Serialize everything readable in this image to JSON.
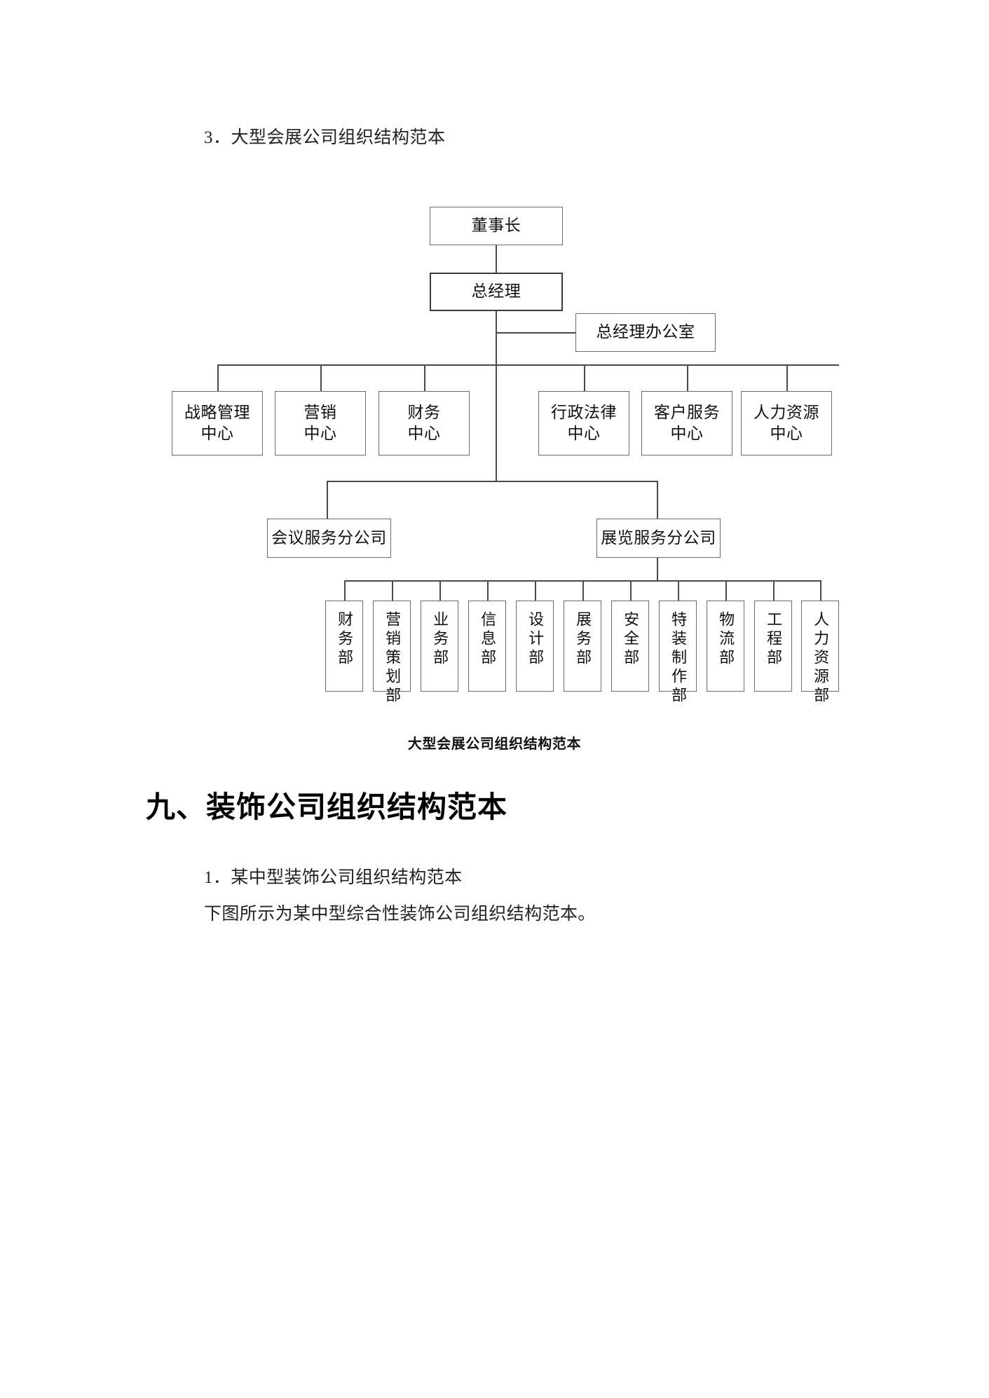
{
  "document": {
    "item_heading": "3．大型会展公司组织结构范本",
    "figure_caption": "大型会展公司组织结构范本",
    "section_heading": "九、装饰公司组织结构范本",
    "sub_item_heading": "1．某中型装饰公司组织结构范本",
    "body_paragraph": "下图所示为某中型综合性装饰公司组织结构范本。"
  },
  "chart_data": {
    "type": "diagram",
    "title": "大型会展公司组织结构范本",
    "levels": [
      {
        "name": "board",
        "nodes": [
          {
            "id": "chairman",
            "label": "董事长"
          }
        ]
      },
      {
        "name": "executive",
        "nodes": [
          {
            "id": "general-manager",
            "label": "总经理"
          },
          {
            "id": "gm-office",
            "label": "总经理办公室"
          }
        ]
      },
      {
        "name": "centers",
        "nodes": [
          {
            "id": "strategy-center",
            "label": "战略管理\n中心"
          },
          {
            "id": "marketing-center",
            "label": "营销\n中心"
          },
          {
            "id": "finance-center",
            "label": "财务\n中心"
          },
          {
            "id": "admin-legal-center",
            "label": "行政法律\n中心"
          },
          {
            "id": "customer-service-center",
            "label": "客户服务\n中心"
          },
          {
            "id": "hr-center",
            "label": "人力资源\n中心"
          }
        ]
      },
      {
        "name": "branches",
        "nodes": [
          {
            "id": "conference-branch",
            "label": "会议服务分公司"
          },
          {
            "id": "exhibition-branch",
            "label": "展览服务分公司"
          }
        ]
      },
      {
        "name": "departments",
        "parent": "exhibition-branch",
        "nodes": [
          {
            "id": "dept-finance",
            "label": "财务部"
          },
          {
            "id": "dept-marketing-planning",
            "label": "营销策划部"
          },
          {
            "id": "dept-business",
            "label": "业务部"
          },
          {
            "id": "dept-information",
            "label": "信息部"
          },
          {
            "id": "dept-design",
            "label": "设计部"
          },
          {
            "id": "dept-exhibition-affairs",
            "label": "展务部"
          },
          {
            "id": "dept-safety",
            "label": "安全部"
          },
          {
            "id": "dept-special-decoration",
            "label": "特装制作部"
          },
          {
            "id": "dept-logistics",
            "label": "物流部"
          },
          {
            "id": "dept-engineering",
            "label": "工程部"
          },
          {
            "id": "dept-hr",
            "label": "人力资源部"
          }
        ]
      }
    ],
    "edges": [
      {
        "from": "chairman",
        "to": "general-manager"
      },
      {
        "from": "general-manager",
        "to": "gm-office"
      },
      {
        "from": "general-manager",
        "to": "strategy-center"
      },
      {
        "from": "general-manager",
        "to": "marketing-center"
      },
      {
        "from": "general-manager",
        "to": "finance-center"
      },
      {
        "from": "general-manager",
        "to": "admin-legal-center"
      },
      {
        "from": "general-manager",
        "to": "customer-service-center"
      },
      {
        "from": "general-manager",
        "to": "hr-center"
      },
      {
        "from": "general-manager",
        "to": "conference-branch"
      },
      {
        "from": "general-manager",
        "to": "exhibition-branch"
      },
      {
        "from": "exhibition-branch",
        "to": "dept-finance"
      },
      {
        "from": "exhibition-branch",
        "to": "dept-marketing-planning"
      },
      {
        "from": "exhibition-branch",
        "to": "dept-business"
      },
      {
        "from": "exhibition-branch",
        "to": "dept-information"
      },
      {
        "from": "exhibition-branch",
        "to": "dept-design"
      },
      {
        "from": "exhibition-branch",
        "to": "dept-exhibition-affairs"
      },
      {
        "from": "exhibition-branch",
        "to": "dept-safety"
      },
      {
        "from": "exhibition-branch",
        "to": "dept-special-decoration"
      },
      {
        "from": "exhibition-branch",
        "to": "dept-logistics"
      },
      {
        "from": "exhibition-branch",
        "to": "dept-engineering"
      },
      {
        "from": "exhibition-branch",
        "to": "dept-hr"
      }
    ],
    "colors": {
      "box_border": "#6b6b6b",
      "box_border_strong": "#3a3a3a",
      "connector": "#4a4a4a",
      "background": "#ffffff",
      "text": "#111111"
    }
  }
}
